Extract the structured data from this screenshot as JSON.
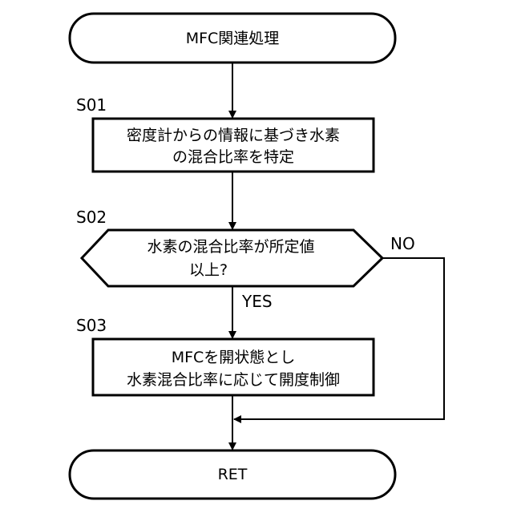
{
  "start": {
    "text": "MFC関連処理"
  },
  "s01": {
    "step": "S01",
    "lines": [
      "密度計からの情報に基づき水素",
      "の混合比率を特定"
    ]
  },
  "s02": {
    "step": "S02",
    "lines": [
      "水素の混合比率が所定値",
      "以上?"
    ],
    "yes": "YES",
    "no": "NO"
  },
  "s03": {
    "step": "S03",
    "lines": [
      "MFCを開状態とし",
      "水素混合比率に応じて開度制御"
    ]
  },
  "end": {
    "text": "RET"
  }
}
